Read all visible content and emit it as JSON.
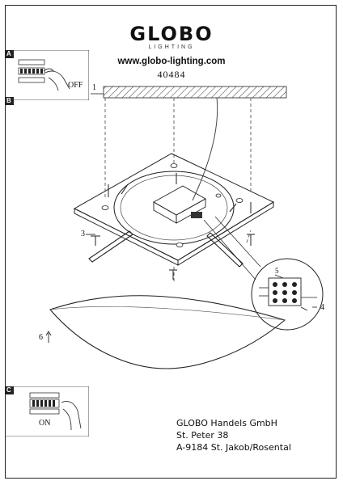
{
  "brand": {
    "name": "GLOBO",
    "subtitle": "LIGHTING",
    "website": "www.globo-lighting.com",
    "article_number": "40484"
  },
  "steps": {
    "a": {
      "marker": "A",
      "switch_label": "OFF"
    },
    "b": {
      "marker": "B",
      "callouts": [
        "1",
        "2",
        "3",
        "4",
        "5",
        "6"
      ]
    },
    "c": {
      "marker": "C",
      "switch_label": "ON"
    }
  },
  "address": {
    "line1": "GLOBO Handels GmbH",
    "line2": "St. Peter  38",
    "line3": "A-9184 St. Jakob/Rosental"
  }
}
